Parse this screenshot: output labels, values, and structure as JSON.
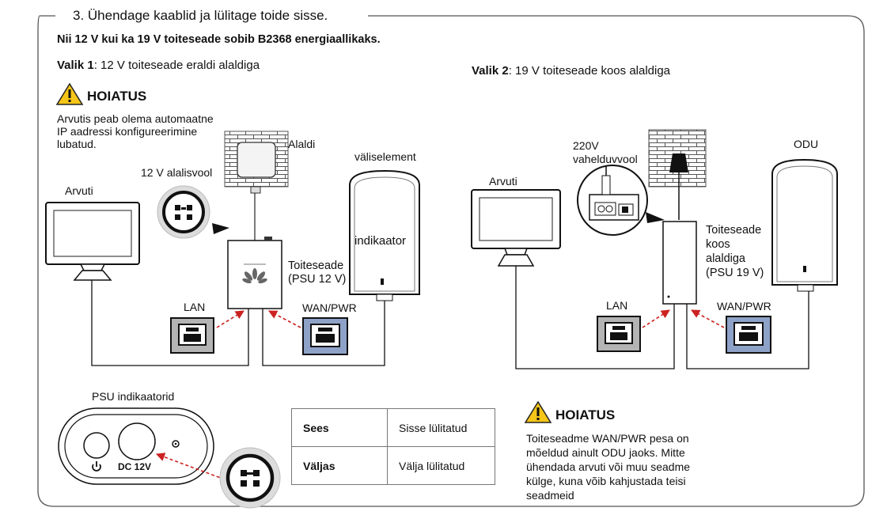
{
  "step": {
    "title": "3. Ühendage kaablid ja lülitage toide sisse."
  },
  "intro": "Nii 12 V kui ka 19 V toiteseade sobib B2368 energiaallikaks.",
  "option1": {
    "label_bold": "Valik 1",
    "label_rest": ": 12 V toiteseade eraldi alaldiga",
    "warning_title": "HOIATUS",
    "warning_text": "Arvutis peab olema automaatne\nIP aadressi konfigureerimine\nlubatud.",
    "adapter": "Alaldi",
    "dc_label": "12 V alalisvool",
    "computer": "Arvuti",
    "outdoor_unit": "väliselement",
    "indicator": "indikaator",
    "psu": "Toiteseade\n(PSU 12 V)",
    "lan": "LAN",
    "wan": "WAN/PWR"
  },
  "option2": {
    "label_bold": "Valik 2",
    "label_rest": ": 19 V toiteseade koos alaldiga",
    "ac_label": "220V\nvahelduvvool",
    "computer": "Arvuti",
    "odu": "ODU",
    "psu": "Toiteseade\nkoos\nalaldiga\n(PSU 19 V)",
    "lan": "LAN",
    "wan": "WAN/PWR"
  },
  "psu_indicators": {
    "title": "PSU indikaatorid",
    "dc_text": "DC 12V",
    "states": [
      {
        "state": "Sees",
        "meaning": "Sisse lülitatud"
      },
      {
        "state": "Väljas",
        "meaning": "Välja lülitatud"
      }
    ]
  },
  "warning2": {
    "title": "HOIATUS",
    "text": "Toiteseadme WAN/PWR pesa on\nmõeldud ainult ODU jaoks. Mitte\nühendada arvuti või muu seadme\nkülge, kuna võib kahjustada teisi\nseadmeid"
  },
  "colors": {
    "frame": "#555555",
    "arrow": "#cc2222",
    "port_gray": "#b4b4b4",
    "port_blue": "#8ea2c8",
    "warn_yellow": "#f5c518"
  }
}
